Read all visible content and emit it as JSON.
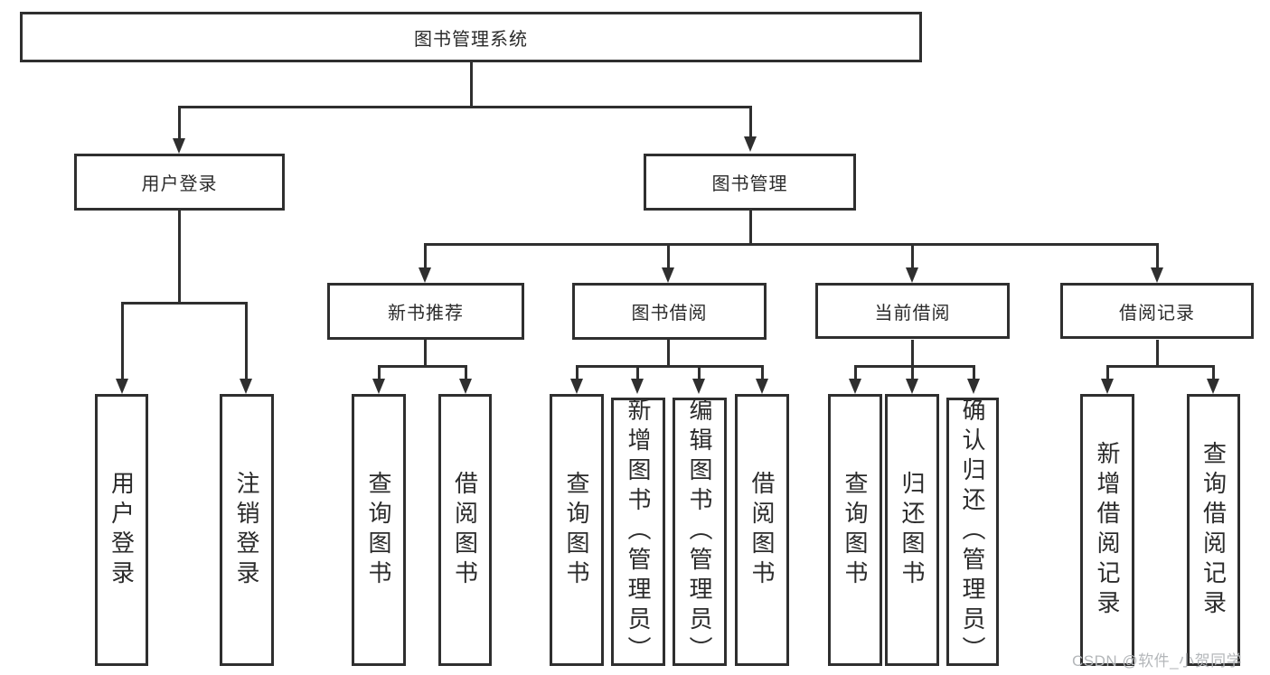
{
  "tree": {
    "label": "图书管理系统",
    "children": [
      {
        "label": "用户登录",
        "children": [
          {
            "label": "用户登录"
          },
          {
            "label": "注销登录"
          }
        ]
      },
      {
        "label": "图书管理",
        "children": [
          {
            "label": "新书推荐",
            "children": [
              {
                "label": "查询图书"
              },
              {
                "label": "借阅图书"
              }
            ]
          },
          {
            "label": "图书借阅",
            "children": [
              {
                "label": "查询图书"
              },
              {
                "label": "新增图书（管理员）"
              },
              {
                "label": "编辑图书（管理员）"
              },
              {
                "label": "借阅图书"
              }
            ]
          },
          {
            "label": "当前借阅",
            "children": [
              {
                "label": "查询图书"
              },
              {
                "label": "归还图书"
              },
              {
                "label": "确认归还（管理员）"
              }
            ]
          },
          {
            "label": "借阅记录",
            "children": [
              {
                "label": "新增借阅记录"
              },
              {
                "label": "查询借阅记录"
              }
            ]
          }
        ]
      }
    ]
  },
  "watermark": {
    "text": "CSDN @软件_小贺同学"
  },
  "colors": {
    "line": "#2f2f2f",
    "text": "#2b2b2b",
    "background": "#ffffff",
    "watermark": "#b4b7ba"
  }
}
